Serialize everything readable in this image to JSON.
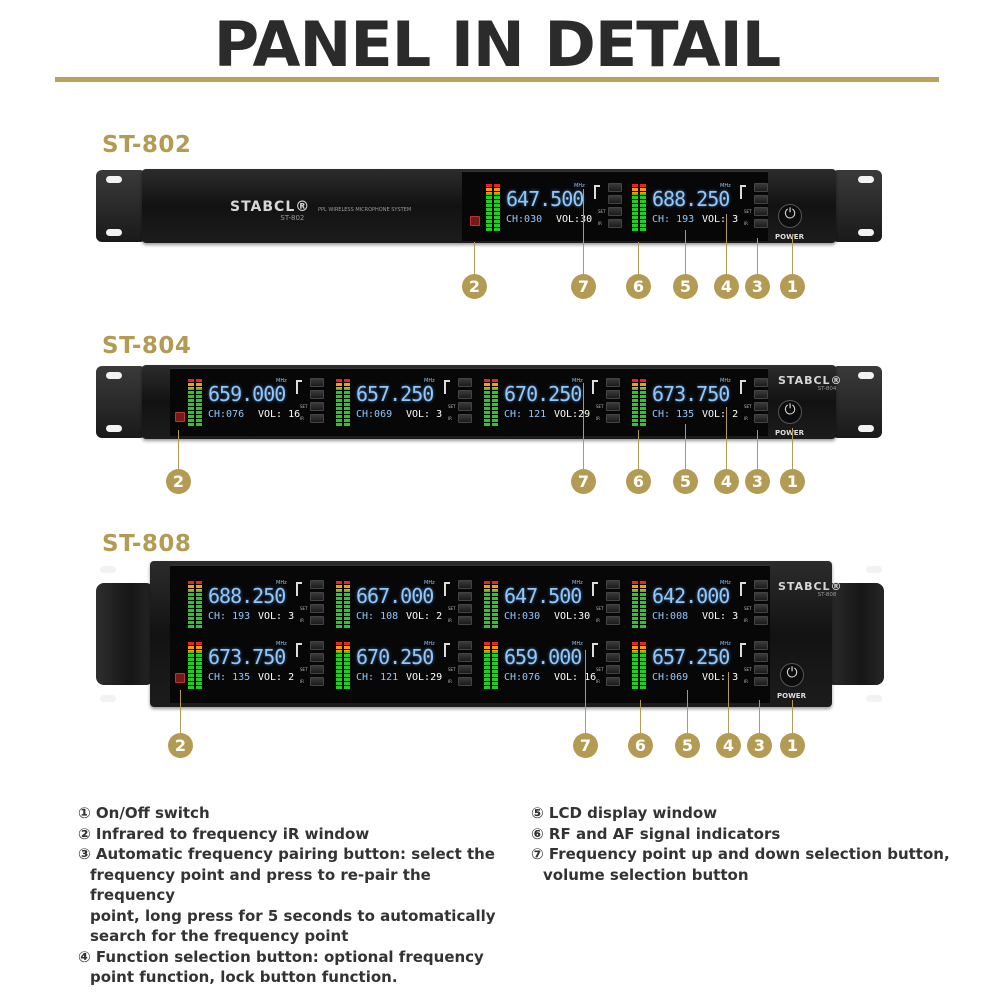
{
  "title": "PANEL IN DETAIL",
  "colors": {
    "gold": "#b49b53",
    "lcd": "#8ec8ff",
    "title": "#2b2b2b"
  },
  "brand": "STABCL",
  "brand_registered": "®",
  "power_label": "POWER",
  "ir_label": "IR",
  "mhz_label": "MHz",
  "button_labels": [
    "▲",
    "▼",
    "SET",
    "IR"
  ],
  "models": [
    {
      "label": "ST-802",
      "model_mark": "ST-802",
      "subtitle": "PPL WIRELESS MICROPHONE SYSTEM",
      "channels": [
        {
          "freq": "647.500",
          "ch": "CH:030",
          "vol": "VOL:30"
        },
        {
          "freq": "688.250",
          "ch": "CH: 193",
          "vol": "VOL: 3"
        }
      ]
    },
    {
      "label": "ST-804",
      "model_mark": "ST-804",
      "channels": [
        {
          "freq": "659.000",
          "ch": "CH:076",
          "vol": "VOL: 16"
        },
        {
          "freq": "657.250",
          "ch": "CH:069",
          "vol": "VOL: 3"
        },
        {
          "freq": "670.250",
          "ch": "CH: 121",
          "vol": "VOL:29"
        },
        {
          "freq": "673.750",
          "ch": "CH: 135",
          "vol": "VOL: 2"
        }
      ]
    },
    {
      "label": "ST-808",
      "model_mark": "ST-808",
      "channels": [
        {
          "freq": "688.250",
          "ch": "CH: 193",
          "vol": "VOL: 3"
        },
        {
          "freq": "667.000",
          "ch": "CH: 108",
          "vol": "VOL: 2"
        },
        {
          "freq": "647.500",
          "ch": "CH:030",
          "vol": "VOL:30"
        },
        {
          "freq": "642.000",
          "ch": "CH:008",
          "vol": "VOL: 3"
        },
        {
          "freq": "673.750",
          "ch": "CH: 135",
          "vol": "VOL: 2"
        },
        {
          "freq": "670.250",
          "ch": "CH: 121",
          "vol": "VOL:29"
        },
        {
          "freq": "659.000",
          "ch": "CH:076",
          "vol": "VOL: 16"
        },
        {
          "freq": "657.250",
          "ch": "CH:069",
          "vol": "VOL: 3"
        }
      ]
    }
  ],
  "callout_numbers": [
    "2",
    "7",
    "6",
    "5",
    "4",
    "3",
    "1"
  ],
  "legend_left": [
    {
      "text": "① On/Off switch",
      "cont": []
    },
    {
      "text": "② Infrared to frequency iR window",
      "cont": []
    },
    {
      "text": "③ Automatic frequency pairing button: select the",
      "cont": [
        "frequency point and press to re-pair the frequency",
        "point, long press for 5 seconds to automatically",
        "search for the frequency point"
      ]
    },
    {
      "text": "④ Function selection button: optional frequency",
      "cont": [
        "point function, lock button function."
      ]
    }
  ],
  "legend_right": [
    {
      "text": "⑤ LCD display window",
      "cont": []
    },
    {
      "text": "⑥ RF and AF signal indicators",
      "cont": []
    },
    {
      "text": "⑦ Frequency point up and down selection button,",
      "cont": [
        "volume selection button"
      ]
    }
  ]
}
